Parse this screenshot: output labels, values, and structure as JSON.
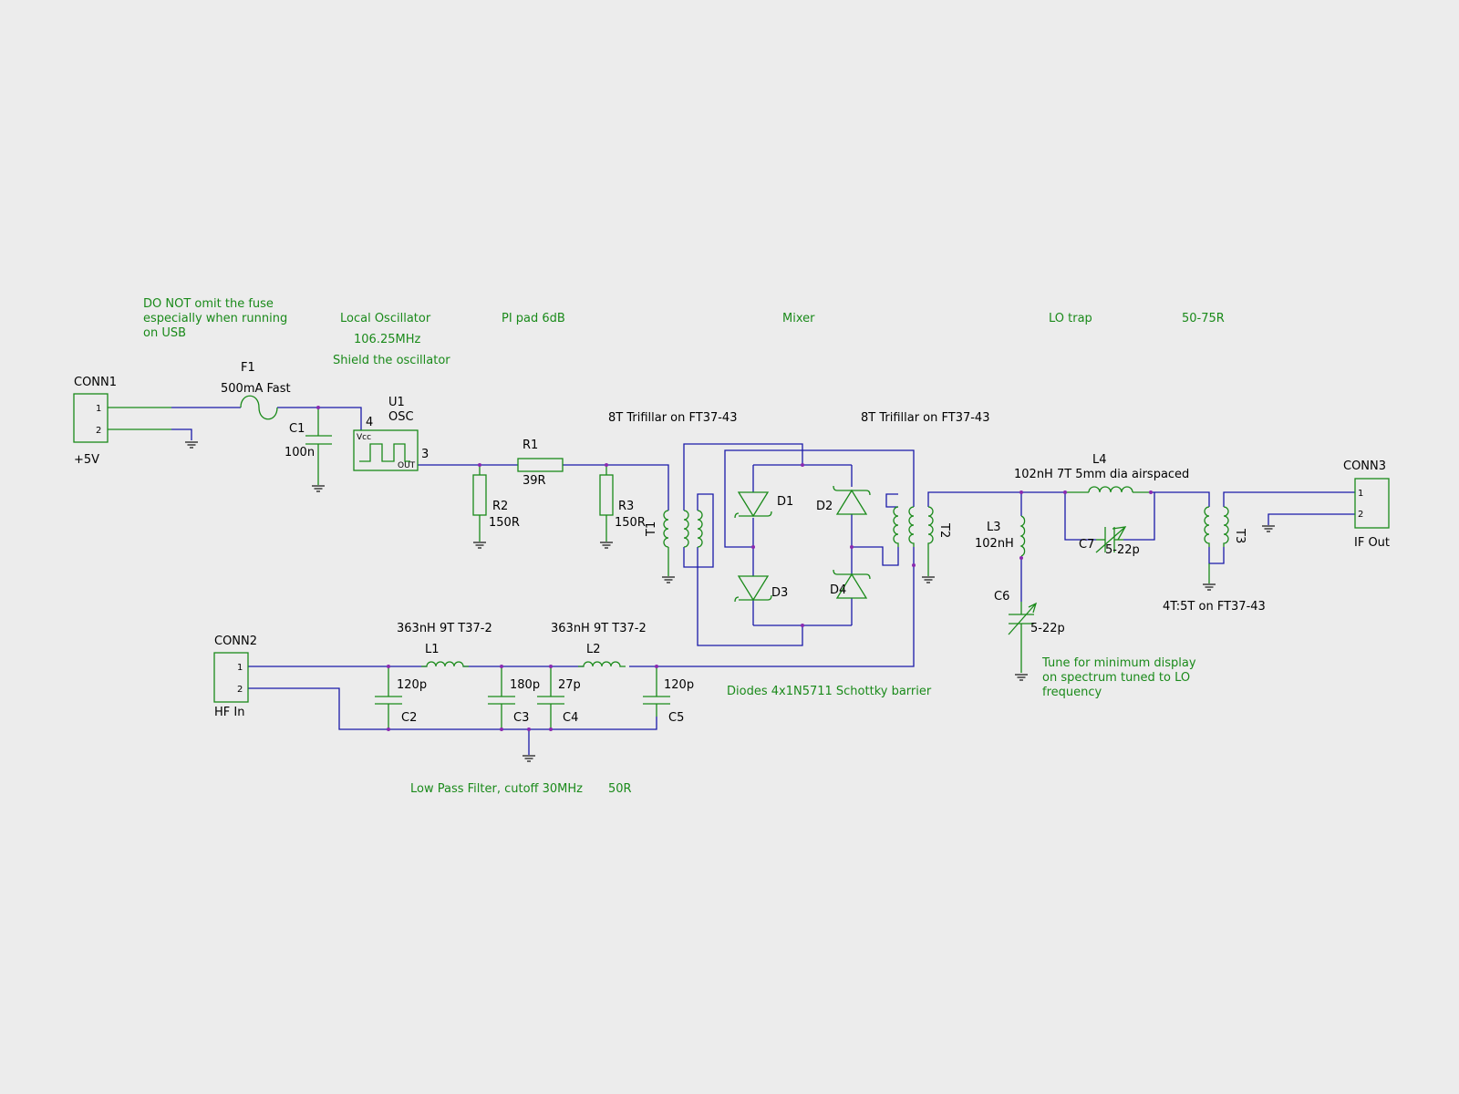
{
  "notes": {
    "fuse_warning": [
      "DO NOT omit the fuse",
      "especially when running",
      "on USB"
    ],
    "local_osc": "Local Oscillator",
    "osc_freq": "106.25MHz",
    "shield": "Shield the oscillator",
    "pi_pad": "PI pad 6dB",
    "mixer": "Mixer",
    "lo_trap": "LO trap",
    "z_match": "50-75R",
    "diodes": "Diodes 4x1N5711 Schottky barrier",
    "lpf": "Low Pass Filter, cutoff 30MHz",
    "lpf_z": "50R",
    "tune": [
      "Tune for minimum display",
      "on spectrum tuned to LO",
      "frequency"
    ]
  },
  "components": {
    "conn1": {
      "ref": "CONN1",
      "value": "+5V",
      "pin1": "1",
      "pin2": "2"
    },
    "conn2": {
      "ref": "CONN2",
      "value": "HF In",
      "pin1": "1",
      "pin2": "2"
    },
    "conn3": {
      "ref": "CONN3",
      "value": "IF Out",
      "pin1": "1",
      "pin2": "2"
    },
    "f1": {
      "ref": "F1",
      "value": "500mA Fast"
    },
    "c1": {
      "ref": "C1",
      "value": "100n"
    },
    "u1": {
      "ref": "U1",
      "value": "OSC",
      "vcc": "Vcc",
      "out": "OUT",
      "pin4": "4",
      "pin3": "3"
    },
    "r1": {
      "ref": "R1",
      "value": "39R"
    },
    "r2": {
      "ref": "R2",
      "value": "150R"
    },
    "r3": {
      "ref": "R3",
      "value": "150R"
    },
    "t1": {
      "ref": "T1",
      "value": "8T Trifillar on FT37-43"
    },
    "t2": {
      "ref": "T2",
      "value": "8T Trifillar on FT37-43"
    },
    "t3": {
      "ref": "T3",
      "value": "4T:5T on FT37-43"
    },
    "d1": {
      "ref": "D1"
    },
    "d2": {
      "ref": "D2"
    },
    "d3": {
      "ref": "D3"
    },
    "d4": {
      "ref": "D4"
    },
    "l1": {
      "ref": "L1",
      "value": "363nH  9T  T37-2"
    },
    "l2": {
      "ref": "L2",
      "value": "363nH  9T  T37-2"
    },
    "l3": {
      "ref": "L3",
      "value": "102nH"
    },
    "l4": {
      "ref": "L4",
      "value": "102nH  7T  5mm  dia airspaced"
    },
    "c2": {
      "ref": "C2",
      "value": "120p"
    },
    "c3": {
      "ref": "C3",
      "value": "180p"
    },
    "c4": {
      "ref": "C4",
      "value": "27p"
    },
    "c5": {
      "ref": "C5",
      "value": "120p"
    },
    "c6": {
      "ref": "C6",
      "value": "5-22p"
    },
    "c7": {
      "ref": "C7",
      "value": "5-22p"
    }
  },
  "colors": {
    "background": "#ececec",
    "component": "#1a8a1a",
    "wire": "#1a1aa8",
    "junction": "#8a2ab0",
    "label": "#000000",
    "note": "#1a8a1a"
  }
}
